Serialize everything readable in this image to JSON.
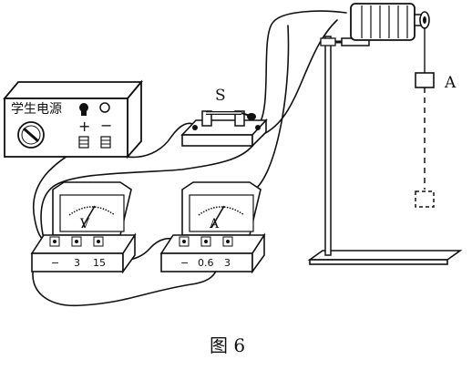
{
  "power_supply": {
    "label": "学生电源",
    "pos_sign": "+",
    "neg_sign": "−"
  },
  "switch": {
    "label": "S"
  },
  "voltmeter": {
    "symbol": "V",
    "terminals": [
      "−",
      "3",
      "15"
    ]
  },
  "ammeter": {
    "symbol": "A",
    "terminals": [
      "−",
      "0.6",
      "3"
    ]
  },
  "weight": {
    "label": "A"
  },
  "caption": "图 6"
}
